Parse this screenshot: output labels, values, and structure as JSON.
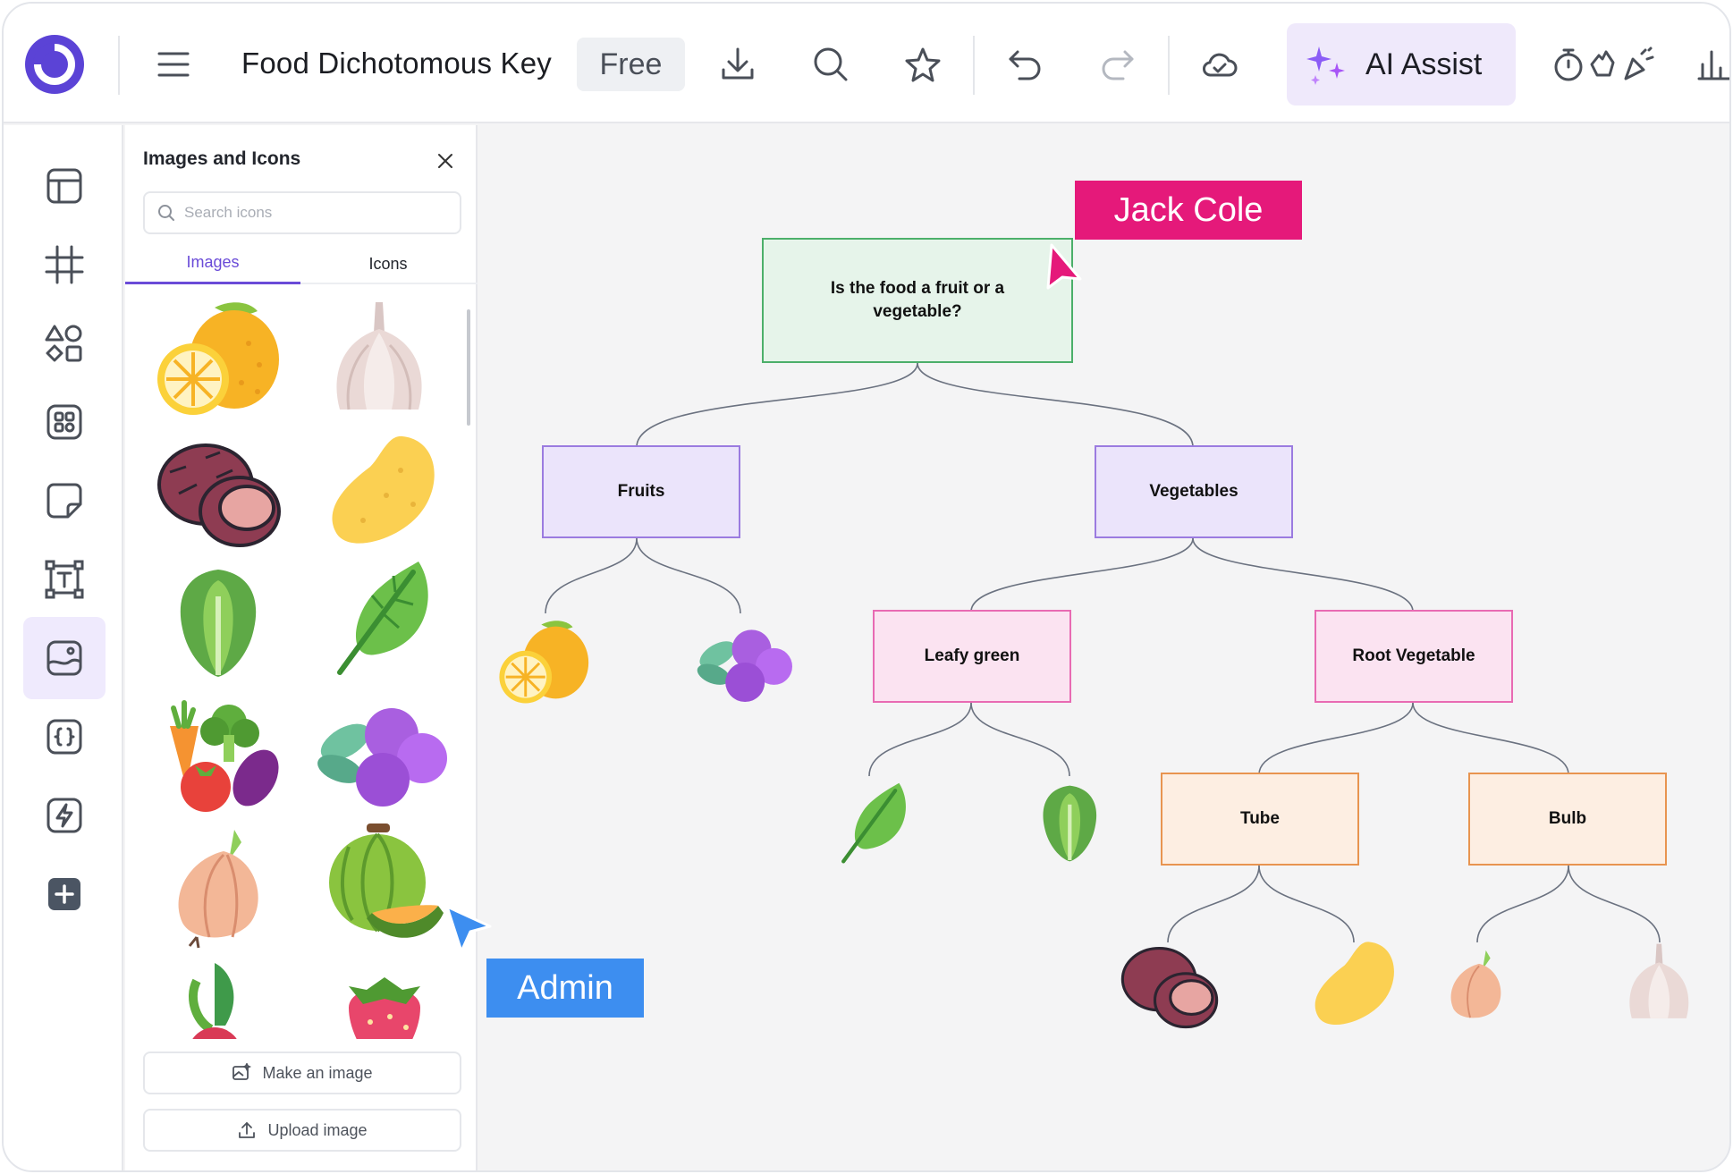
{
  "app": {
    "doc_title": "Food Dichotomous Key",
    "plan_badge": "Free",
    "ai_assist_label": "AI Assist",
    "accent_color": "#6a4bd8"
  },
  "toolbar": {
    "icons": [
      "menu-icon",
      "download-icon",
      "search-icon",
      "star-icon",
      "undo-icon",
      "redo-icon",
      "cloud-sync-icon",
      "timer-icon",
      "clap-icon",
      "confetti-icon",
      "chart-icon"
    ]
  },
  "rail": {
    "items": [
      "layout-icon",
      "grid-icon",
      "shapes-icon",
      "components-icon",
      "sticky-note-icon",
      "text-icon",
      "images-icon",
      "code-icon",
      "lightning-icon",
      "plus-icon"
    ],
    "active": "images-icon"
  },
  "panel": {
    "title": "Images and Icons",
    "search_placeholder": "Search icons",
    "tabs": [
      "Images",
      "Icons"
    ],
    "active_tab": "Images",
    "thumbnails": [
      "lemon",
      "garlic",
      "sweet-potato",
      "potato",
      "lettuce",
      "spinach-leaf",
      "mixed-vegetables",
      "blueberries",
      "onion",
      "melon",
      "beet",
      "strawberry"
    ],
    "make_image_label": "Make an image",
    "upload_image_label": "Upload image"
  },
  "diagram": {
    "root": "Is the food a fruit or a vegetable?",
    "level1": [
      "Fruits",
      "Vegetables"
    ],
    "level2": [
      "Leafy green",
      "Root Vegetable"
    ],
    "level3": [
      "Tube",
      "Bulb"
    ],
    "leaves": {
      "fruits": [
        "lemon",
        "blueberries"
      ],
      "leafy_green": [
        "spinach-leaf",
        "lettuce"
      ],
      "tube": [
        "sweet-potato",
        "potato"
      ],
      "bulb": [
        "onion",
        "garlic"
      ]
    }
  },
  "collaborators": [
    {
      "name": "Jack Cole",
      "color": "#e5197a"
    },
    {
      "name": "Admin",
      "color": "#3d8ef0"
    }
  ]
}
